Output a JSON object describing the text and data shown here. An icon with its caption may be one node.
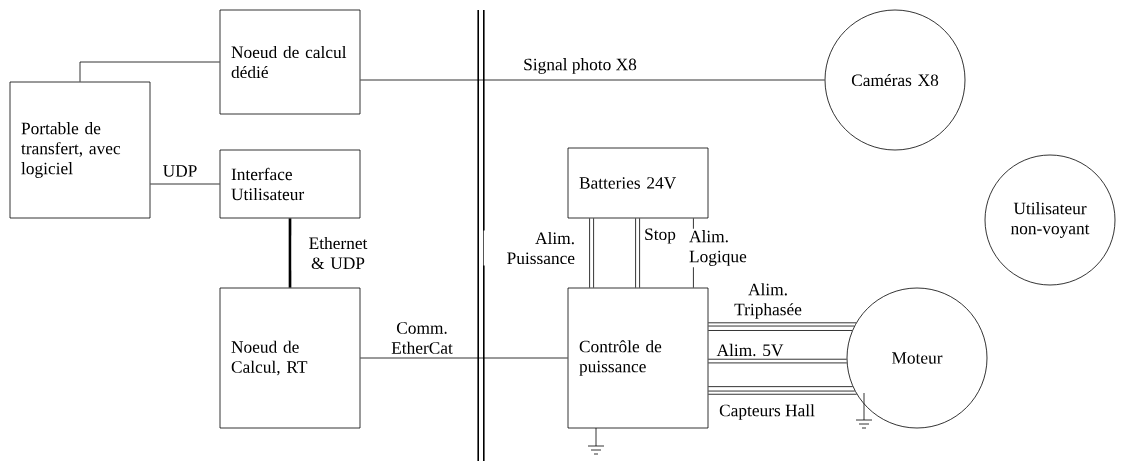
{
  "diagram": {
    "nodes": [
      {
        "text": [
          "Portable de transfert, avec logiciel"
        ]
      },
      {
        "text": [
          "Noeud de calcul dédié"
        ]
      },
      {
        "text": [
          "Interface Utilisateur"
        ]
      },
      {
        "text": [
          "Noeud de Calcul, RT"
        ]
      },
      {
        "text": [
          "Batteries 24V"
        ]
      },
      {
        "text": [
          "Contrôle de puissance"
        ]
      },
      {
        "text": [
          "Caméras X8"
        ]
      },
      {
        "text": [
          "Utilisateur non-voyant"
        ]
      },
      {
        "text": [
          "Moteur"
        ]
      }
    ],
    "edges": [
      {
        "from": 0,
        "to": 1,
        "arrow": "none"
      },
      {
        "from": 0,
        "to": 2,
        "arrow": "none",
        "label": "UDP"
      },
      {
        "from": 2,
        "to": 3,
        "arrow": "none",
        "label": "Ethernet & UDP",
        "style": "thick"
      },
      {
        "from": 1,
        "to": 6,
        "arrow": "none",
        "label": "Signal photo X8"
      },
      {
        "from": 3,
        "to": 5,
        "arrow": "none",
        "label": "Comm. EtherCat"
      },
      {
        "from": 4,
        "to": 5,
        "arrow": "none",
        "label": "Alim. Puissance"
      },
      {
        "from": 4,
        "to": 5,
        "arrow": "none",
        "label": "Stop"
      },
      {
        "from": 4,
        "to": 5,
        "arrow": "none",
        "label": "Alim. Logique"
      },
      {
        "from": 5,
        "to": 8,
        "arrow": "none",
        "label": "Alim. Triphasée"
      },
      {
        "from": 5,
        "to": 8,
        "arrow": "none",
        "label": "Alim. 5V"
      },
      {
        "from": 5,
        "to": 8,
        "arrow": "none",
        "label": "Capteurs Hall"
      }
    ]
  }
}
